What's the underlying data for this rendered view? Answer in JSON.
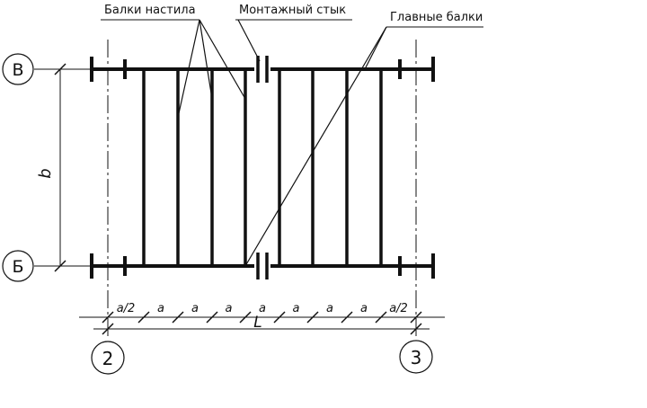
{
  "labels": {
    "deck_beams": "Балки настила",
    "field_joint": "Монтажный стык",
    "main_beams": "Главные балки"
  },
  "axes": {
    "row_top": "В",
    "row_bottom": "Б",
    "col_left": "2",
    "col_right": "3"
  },
  "dims": {
    "height_symbol": "b",
    "total_symbol": "L",
    "segments": [
      "a/2",
      "a",
      "a",
      "a",
      "a",
      "a",
      "a",
      "a",
      "a/2"
    ]
  },
  "colors": {
    "line": "#111111",
    "background": "#ffffff"
  }
}
